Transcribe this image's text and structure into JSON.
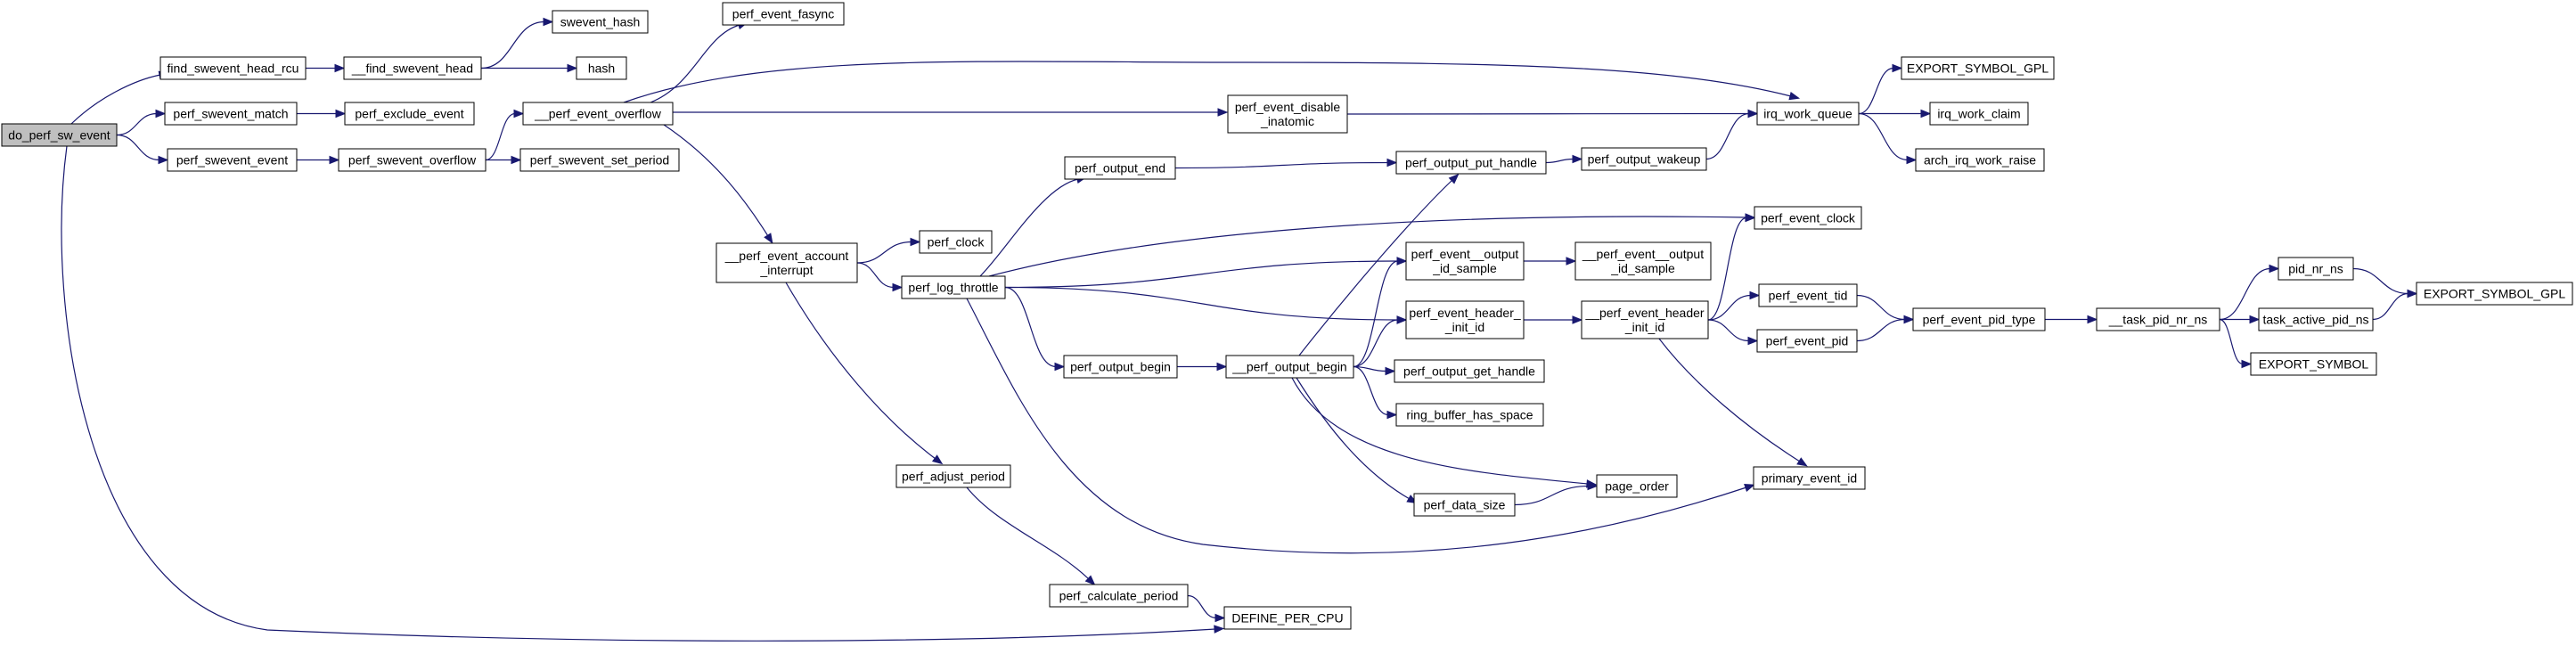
{
  "colors": {
    "edge": "#191970",
    "node_border": "#000000",
    "root_fill": "#bfbfbf",
    "node_fill": "#ffffff"
  },
  "nodes": [
    {
      "id": "do_perf_sw_event",
      "lines": [
        "do_perf_sw_event"
      ],
      "root": true
    },
    {
      "id": "find_swevent_head_rcu",
      "lines": [
        "find_swevent_head_rcu"
      ]
    },
    {
      "id": "perf_swevent_match",
      "lines": [
        "perf_swevent_match"
      ]
    },
    {
      "id": "perf_swevent_event",
      "lines": [
        "perf_swevent_event"
      ]
    },
    {
      "id": "__find_swevent_head",
      "lines": [
        "__find_swevent_head"
      ]
    },
    {
      "id": "perf_exclude_event",
      "lines": [
        "perf_exclude_event"
      ]
    },
    {
      "id": "perf_swevent_overflow",
      "lines": [
        "perf_swevent_overflow"
      ]
    },
    {
      "id": "swevent_hash",
      "lines": [
        "swevent_hash"
      ]
    },
    {
      "id": "hash",
      "lines": [
        "hash"
      ]
    },
    {
      "id": "perf_swevent_set_period",
      "lines": [
        "perf_swevent_set_period"
      ]
    },
    {
      "id": "__perf_event_overflow",
      "lines": [
        "__perf_event_overflow"
      ]
    },
    {
      "id": "perf_event_fasync",
      "lines": [
        "perf_event_fasync"
      ]
    },
    {
      "id": "perf_event_disable_inatomic",
      "lines": [
        "perf_event_disable",
        "_inatomic"
      ]
    },
    {
      "id": "__perf_event_account_interrupt",
      "lines": [
        "__perf_event_account",
        "_interrupt"
      ]
    },
    {
      "id": "perf_clock",
      "lines": [
        "perf_clock"
      ]
    },
    {
      "id": "perf_log_throttle",
      "lines": [
        "perf_log_throttle"
      ]
    },
    {
      "id": "perf_output_end",
      "lines": [
        "perf_output_end"
      ]
    },
    {
      "id": "perf_output_begin",
      "lines": [
        "perf_output_begin"
      ]
    },
    {
      "id": "perf_adjust_period",
      "lines": [
        "perf_adjust_period"
      ]
    },
    {
      "id": "perf_calculate_period",
      "lines": [
        "perf_calculate_period"
      ]
    },
    {
      "id": "DEFINE_PER_CPU",
      "lines": [
        "DEFINE_PER_CPU"
      ]
    },
    {
      "id": "__perf_output_begin",
      "lines": [
        "__perf_output_begin"
      ]
    },
    {
      "id": "perf_output_put_handle",
      "lines": [
        "perf_output_put_handle"
      ]
    },
    {
      "id": "perf_event__output_id_sample",
      "lines": [
        "perf_event__output",
        "_id_sample"
      ]
    },
    {
      "id": "perf_event_header__init_id",
      "lines": [
        "perf_event_header_",
        "_init_id"
      ]
    },
    {
      "id": "perf_output_get_handle",
      "lines": [
        "perf_output_get_handle"
      ]
    },
    {
      "id": "ring_buffer_has_space",
      "lines": [
        "ring_buffer_has_space"
      ]
    },
    {
      "id": "perf_data_size",
      "lines": [
        "perf_data_size"
      ]
    },
    {
      "id": "page_order",
      "lines": [
        "page_order"
      ]
    },
    {
      "id": "perf_output_wakeup",
      "lines": [
        "perf_output_wakeup"
      ]
    },
    {
      "id": "__perf_event__output_id_sample",
      "lines": [
        "__perf_event__output",
        "_id_sample"
      ]
    },
    {
      "id": "__perf_event_header__init_id",
      "lines": [
        "__perf_event_header",
        "_init_id"
      ]
    },
    {
      "id": "irq_work_queue",
      "lines": [
        "irq_work_queue"
      ]
    },
    {
      "id": "perf_event_clock",
      "lines": [
        "perf_event_clock"
      ]
    },
    {
      "id": "perf_event_tid",
      "lines": [
        "perf_event_tid"
      ]
    },
    {
      "id": "perf_event_pid",
      "lines": [
        "perf_event_pid"
      ]
    },
    {
      "id": "primary_event_id",
      "lines": [
        "primary_event_id"
      ]
    },
    {
      "id": "EXPORT_SYMBOL_GPL_1",
      "lines": [
        "EXPORT_SYMBOL_GPL"
      ]
    },
    {
      "id": "irq_work_claim",
      "lines": [
        "irq_work_claim"
      ]
    },
    {
      "id": "arch_irq_work_raise",
      "lines": [
        "arch_irq_work_raise"
      ]
    },
    {
      "id": "perf_event_pid_type",
      "lines": [
        "perf_event_pid_type"
      ]
    },
    {
      "id": "__task_pid_nr_ns",
      "lines": [
        "__task_pid_nr_ns"
      ]
    },
    {
      "id": "pid_nr_ns",
      "lines": [
        "pid_nr_ns"
      ]
    },
    {
      "id": "task_active_pid_ns",
      "lines": [
        "task_active_pid_ns"
      ]
    },
    {
      "id": "EXPORT_SYMBOL",
      "lines": [
        "EXPORT_SYMBOL"
      ]
    },
    {
      "id": "EXPORT_SYMBOL_GPL_2",
      "lines": [
        "EXPORT_SYMBOL_GPL"
      ]
    }
  ],
  "edges": [
    [
      "do_perf_sw_event",
      "find_swevent_head_rcu"
    ],
    [
      "do_perf_sw_event",
      "perf_swevent_match"
    ],
    [
      "do_perf_sw_event",
      "perf_swevent_event"
    ],
    [
      "do_perf_sw_event",
      "DEFINE_PER_CPU"
    ],
    [
      "find_swevent_head_rcu",
      "__find_swevent_head"
    ],
    [
      "__find_swevent_head",
      "swevent_hash"
    ],
    [
      "__find_swevent_head",
      "hash"
    ],
    [
      "perf_swevent_match",
      "perf_exclude_event"
    ],
    [
      "perf_swevent_event",
      "perf_swevent_overflow"
    ],
    [
      "perf_swevent_overflow",
      "__perf_event_overflow"
    ],
    [
      "perf_swevent_overflow",
      "perf_swevent_set_period"
    ],
    [
      "__perf_event_overflow",
      "perf_event_fasync"
    ],
    [
      "__perf_event_overflow",
      "irq_work_queue"
    ],
    [
      "__perf_event_overflow",
      "perf_event_disable_inatomic"
    ],
    [
      "__perf_event_overflow",
      "__perf_event_account_interrupt"
    ],
    [
      "perf_event_disable_inatomic",
      "irq_work_queue"
    ],
    [
      "__perf_event_account_interrupt",
      "perf_clock"
    ],
    [
      "__perf_event_account_interrupt",
      "perf_log_throttle"
    ],
    [
      "__perf_event_account_interrupt",
      "perf_adjust_period"
    ],
    [
      "perf_log_throttle",
      "perf_output_end"
    ],
    [
      "perf_log_throttle",
      "perf_event_clock"
    ],
    [
      "perf_log_throttle",
      "perf_event__output_id_sample"
    ],
    [
      "perf_log_throttle",
      "perf_event_header__init_id"
    ],
    [
      "perf_log_throttle",
      "perf_output_begin"
    ],
    [
      "perf_log_throttle",
      "primary_event_id"
    ],
    [
      "perf_output_end",
      "perf_output_put_handle"
    ],
    [
      "perf_output_begin",
      "__perf_output_begin"
    ],
    [
      "perf_adjust_period",
      "perf_calculate_period"
    ],
    [
      "perf_calculate_period",
      "DEFINE_PER_CPU"
    ],
    [
      "__perf_output_begin",
      "perf_output_put_handle"
    ],
    [
      "__perf_output_begin",
      "perf_event__output_id_sample"
    ],
    [
      "__perf_output_begin",
      "perf_event_header__init_id"
    ],
    [
      "__perf_output_begin",
      "perf_output_get_handle"
    ],
    [
      "__perf_output_begin",
      "ring_buffer_has_space"
    ],
    [
      "__perf_output_begin",
      "perf_data_size"
    ],
    [
      "__perf_output_begin",
      "page_order"
    ],
    [
      "perf_data_size",
      "page_order"
    ],
    [
      "perf_output_put_handle",
      "perf_output_wakeup"
    ],
    [
      "perf_output_wakeup",
      "irq_work_queue"
    ],
    [
      "perf_event__output_id_sample",
      "__perf_event__output_id_sample"
    ],
    [
      "perf_event_header__init_id",
      "__perf_event_header__init_id"
    ],
    [
      "__perf_event_header__init_id",
      "perf_event_clock"
    ],
    [
      "__perf_event_header__init_id",
      "perf_event_tid"
    ],
    [
      "__perf_event_header__init_id",
      "perf_event_pid"
    ],
    [
      "__perf_event_header__init_id",
      "primary_event_id"
    ],
    [
      "irq_work_queue",
      "EXPORT_SYMBOL_GPL_1"
    ],
    [
      "irq_work_queue",
      "irq_work_claim"
    ],
    [
      "irq_work_queue",
      "arch_irq_work_raise"
    ],
    [
      "perf_event_tid",
      "perf_event_pid_type"
    ],
    [
      "perf_event_pid",
      "perf_event_pid_type"
    ],
    [
      "perf_event_pid_type",
      "__task_pid_nr_ns"
    ],
    [
      "__task_pid_nr_ns",
      "pid_nr_ns"
    ],
    [
      "__task_pid_nr_ns",
      "task_active_pid_ns"
    ],
    [
      "__task_pid_nr_ns",
      "EXPORT_SYMBOL"
    ],
    [
      "pid_nr_ns",
      "EXPORT_SYMBOL_GPL_2"
    ],
    [
      "task_active_pid_ns",
      "EXPORT_SYMBOL_GPL_2"
    ]
  ]
}
